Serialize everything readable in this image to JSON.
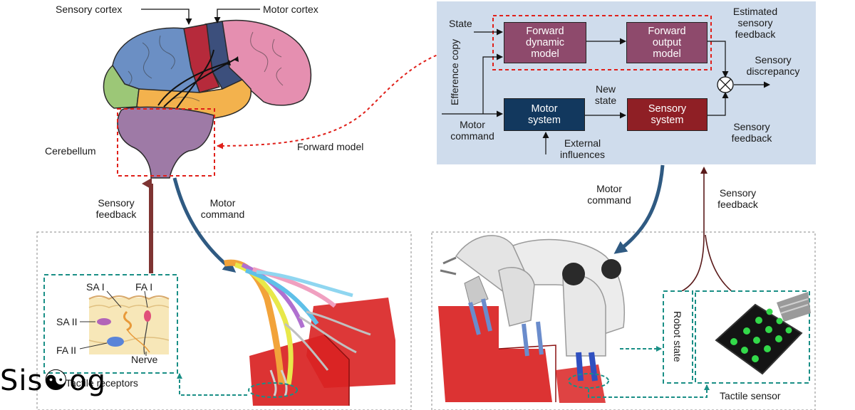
{
  "brain": {
    "sensory_cortex": "Sensory cortex",
    "motor_cortex": "Motor cortex",
    "cerebellum": "Cerebellum",
    "forward_model": "Forward model"
  },
  "block_diagram": {
    "state": "State",
    "efference_copy": "Efference copy",
    "motor_command": "Motor\ncommand",
    "forward_dynamic_model": "Forward\ndynamic\nmodel",
    "forward_output_model": "Forward\noutput\nmodel",
    "estimated_sensory_feedback": "Estimated\nsensory\nfeedback",
    "sensory_discrepancy": "Sensory\ndiscrepancy",
    "new_state": "New\nstate",
    "motor_system": "Motor\nsystem",
    "sensory_system": "Sensory\nsystem",
    "sensory_feedback": "Sensory\nfeedback",
    "external_influences": "External\ninfluences"
  },
  "left_flow": {
    "sensory_feedback": "Sensory\nfeedback",
    "motor_command": "Motor\ncommand"
  },
  "right_flow": {
    "motor_command": "Motor\ncommand",
    "sensory_feedback": "Sensory\nfeedback"
  },
  "tactile_receptors": {
    "sa1": "SA I",
    "fa1": "FA I",
    "sa2": "SA II",
    "fa2": "FA II",
    "nerve": "Nerve",
    "caption": "Tactile receptors"
  },
  "robot": {
    "robot_state": "Robot state",
    "tactile_sensor": "Tactile sensor"
  },
  "watermark": "Sis☯og",
  "colors": {
    "panel_bg": "#cfdcec",
    "forward_block": "#8e4a6c",
    "motor_block": "#12385e",
    "sensory_block": "#8f1f25",
    "dashed_red": "#e0201a",
    "teal": "#1a8f86",
    "arrow_brown": "#7e3432",
    "arrow_blue": "#2f5a82",
    "object_red": "#d92222"
  }
}
